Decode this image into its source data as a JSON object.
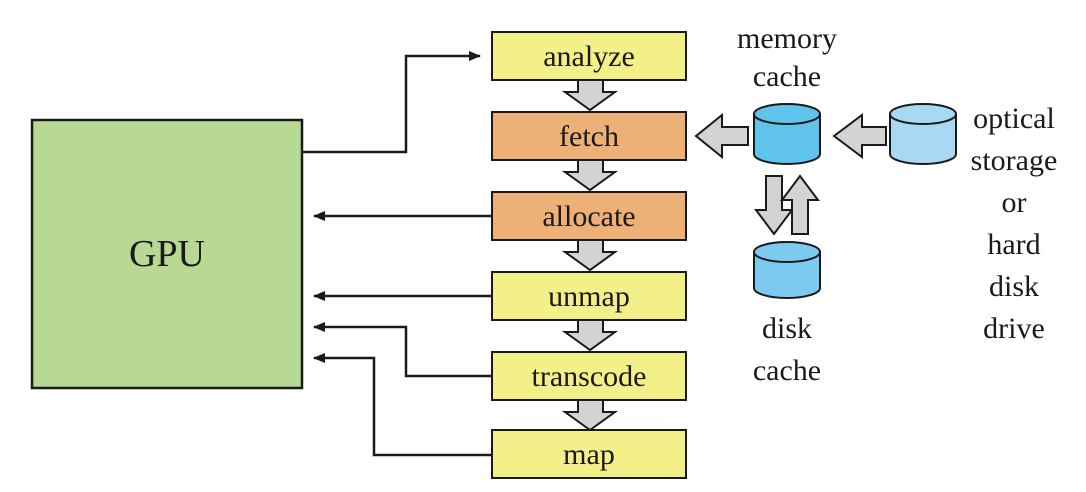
{
  "gpu": {
    "label": "GPU"
  },
  "stages": [
    {
      "label": "analyze",
      "kind": "plain"
    },
    {
      "label": "fetch",
      "kind": "io"
    },
    {
      "label": "allocate",
      "kind": "io"
    },
    {
      "label": "unmap",
      "kind": "plain"
    },
    {
      "label": "transcode",
      "kind": "plain"
    },
    {
      "label": "map",
      "kind": "plain"
    }
  ],
  "storage": {
    "memory_cache": [
      "memory",
      "cache"
    ],
    "disk_cache": [
      "disk",
      "cache"
    ],
    "drive": [
      "optical",
      "storage",
      "or",
      "hard",
      "disk",
      "drive"
    ]
  },
  "colors": {
    "gpu_fill": "#b8d994",
    "plain_fill": "#f3f08a",
    "io_fill": "#edb077",
    "memory_cyl": "#5fc3ec",
    "disk_cyl": "#7dcaf0",
    "drive_cyl": "#a9d8f3",
    "hollow_arrow": "#d3d3d3"
  }
}
